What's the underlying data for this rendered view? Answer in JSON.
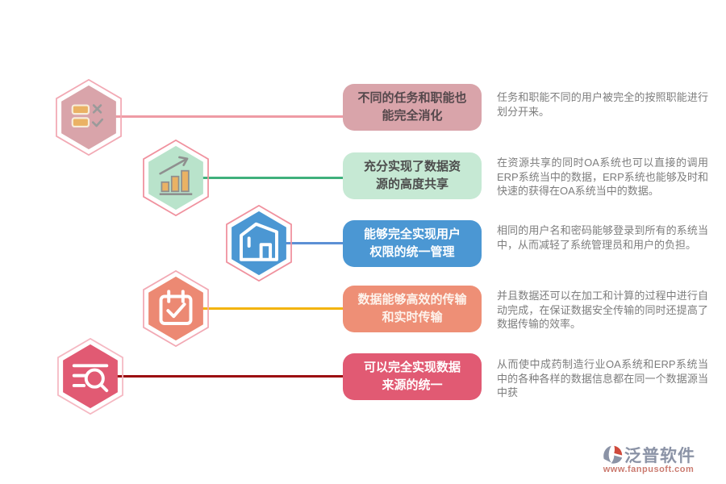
{
  "rows": [
    {
      "icon": "checklist-icon",
      "label": "不同的任务和职能也\n能完全消化",
      "desc": "任务和职能不同的用户被完全的按照职能进行划分开来。",
      "colors": {
        "hex_fill": "#d9a4aa",
        "ring": "#f2a9b4",
        "box_bg": "#d9a4aa",
        "box_text": "#55484c",
        "line": "#ee9ba5"
      }
    },
    {
      "icon": "bar-chart-icon",
      "label": "充分实现了数据资\n源的高度共享",
      "desc": "在资源共享的同时OA系统也可以直接的调用ERP系统当中的数据，ERP系统也能够及时和快速的获得在OA系统当中的数据。",
      "colors": {
        "hex_fill": "#b9e3cb",
        "ring": "#f0919e",
        "box_bg": "#c6e9d4",
        "box_text": "#4d4d4d",
        "line": "#3fb07c"
      }
    },
    {
      "icon": "building-icon",
      "label": "能够完全实现用户\n权限的统一管理",
      "desc": "相同的用户名和密码能够登录到所有的系统当中，从而减轻了系统管理员和用户的负担。",
      "colors": {
        "hex_fill": "#4b97d3",
        "ring": "#f0919e",
        "box_bg": "#4b97d3",
        "box_text": "#ffffff",
        "line": "#5c90d5"
      }
    },
    {
      "icon": "calendar-check-icon",
      "label": "数据能够高效的传输\n和实时传输",
      "desc": "并且数据还可以在加工和计算的过程中进行自动完成，在保证数据安全传输的同时还提高了数据传输的效率。",
      "colors": {
        "hex_fill": "#ec8973",
        "ring": "#f2a9b4",
        "box_bg": "#ee8f76",
        "box_text": "#fdf3ec",
        "line": "#f3b40c"
      }
    },
    {
      "icon": "search-list-icon",
      "label": "可以完全实现数据\n来源的统一",
      "desc": "从而使中成药制造行业OA系统和ERP系统当中的各种各样的数据信息都在同一个数据源当中获",
      "colors": {
        "hex_fill": "#e15a73",
        "ring": "#f5b8c2",
        "box_bg": "#e15a73",
        "box_text": "#ffffff",
        "line": "#9c0d10"
      }
    }
  ],
  "logo": {
    "company": "泛普软件",
    "website": "www.fanpusoft.com",
    "text_color": "#8b93a6",
    "url_color": "#cb7b70",
    "accent_color": "#cf4a3c"
  }
}
